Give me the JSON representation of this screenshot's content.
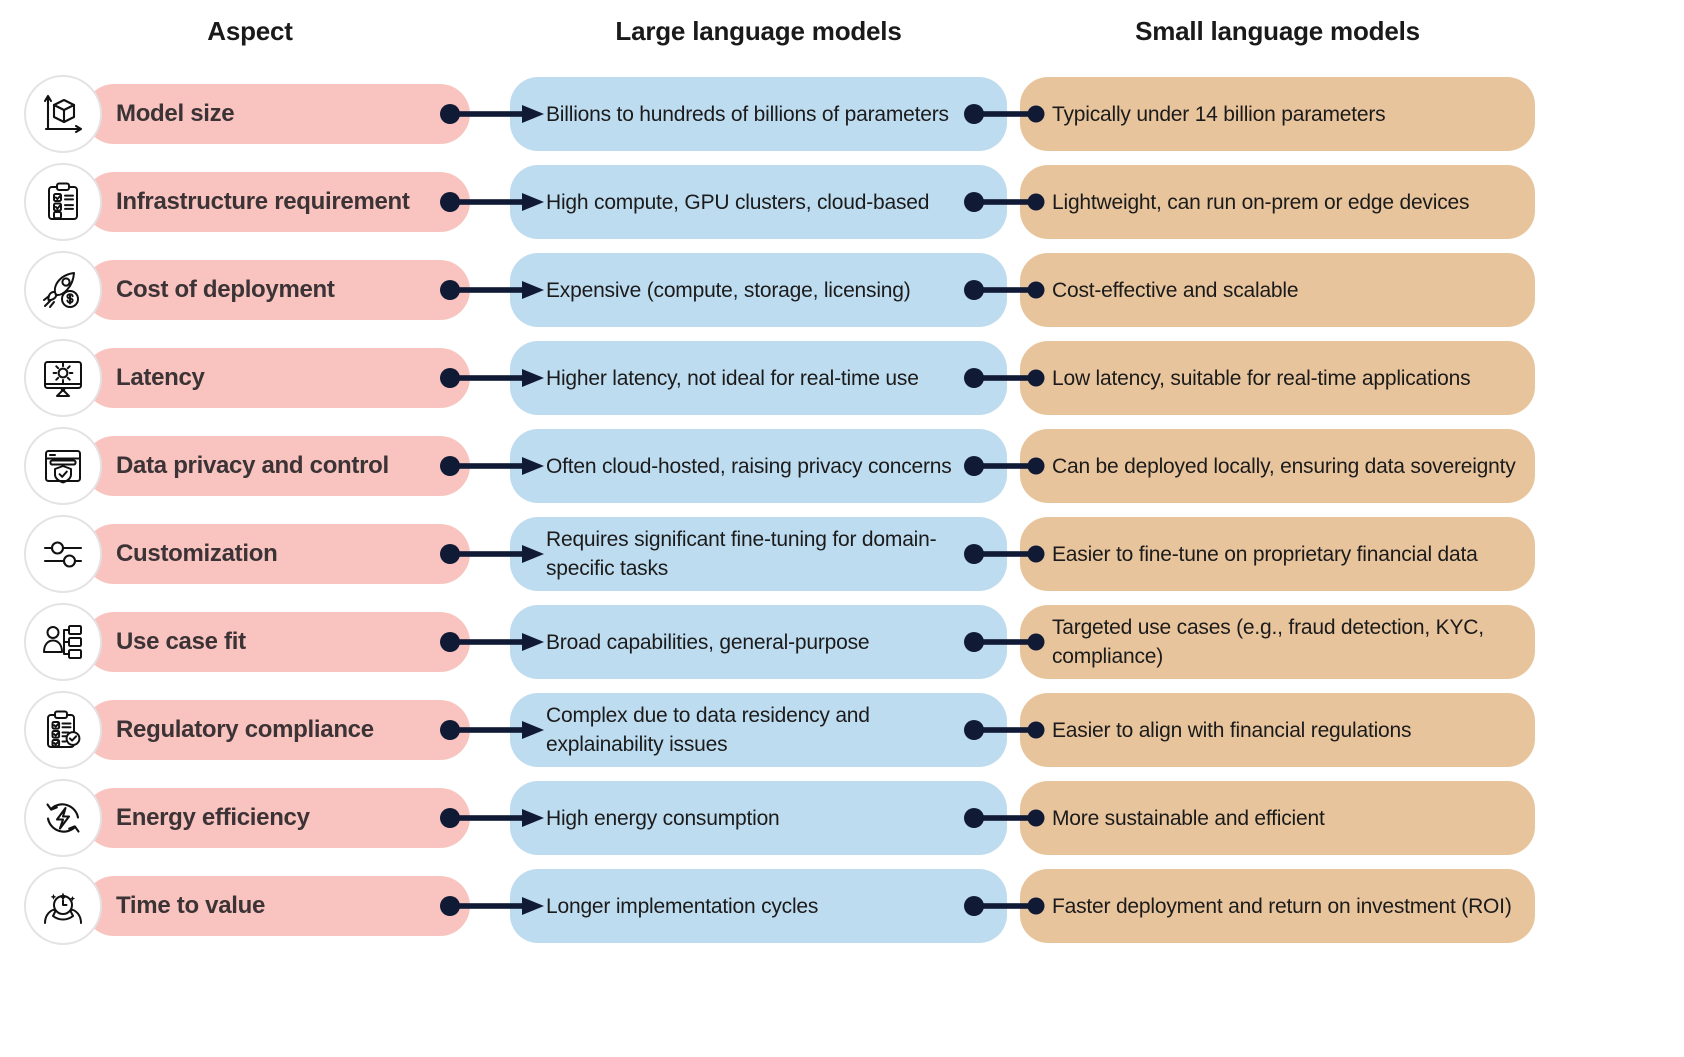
{
  "headers": {
    "aspect": "Aspect",
    "llm": "Large language models",
    "slm": "Small language models"
  },
  "colors": {
    "aspect_pill": "#f9c4c0",
    "llm_box": "#bedcf0",
    "slm_box": "#e8c49c",
    "connector": "#101a35",
    "icon_ring": "#e3e3e3",
    "background": "#ffffff",
    "aspect_text": "#3b3335",
    "body_text": "#1b1b1b"
  },
  "chart_data": {
    "type": "table",
    "title": "Large language models vs Small language models",
    "columns": [
      "Aspect",
      "Large language models",
      "Small language models"
    ],
    "rows": [
      {
        "aspect": "Model size",
        "llm": "Billions to hundreds of billions of parameters",
        "slm": "Typically under 14 billion parameters",
        "icon": "cube-axes-icon"
      },
      {
        "aspect": "Infrastructure requirement",
        "llm": "High compute, GPU clusters, cloud-based",
        "slm": "Lightweight, can run on-prem or edge devices",
        "icon": "clipboard-checklist-icon"
      },
      {
        "aspect": "Cost of deployment",
        "llm": "Expensive (compute, storage, licensing)",
        "slm": "Cost-effective and scalable",
        "icon": "rocket-dollar-icon"
      },
      {
        "aspect": "Latency",
        "llm": "Higher latency, not ideal for real-time use",
        "slm": "Low latency, suitable for real-time applications",
        "icon": "monitor-gear-icon"
      },
      {
        "aspect": "Data privacy and control",
        "llm": "Often cloud-hosted, raising privacy concerns",
        "slm": "Can be deployed locally, ensuring data sovereignty",
        "icon": "browser-shield-icon"
      },
      {
        "aspect": "Customization",
        "llm": "Requires significant fine-tuning for domain-specific tasks",
        "slm": "Easier to fine-tune on proprietary financial data",
        "icon": "sliders-icon"
      },
      {
        "aspect": "Use case fit",
        "llm": "Broad capabilities, general-purpose",
        "slm": "Targeted use cases (e.g., fraud detection, KYC, compliance)",
        "icon": "user-hierarchy-icon"
      },
      {
        "aspect": "Regulatory compliance",
        "llm": "Complex due to data residency and explainability issues",
        "slm": "Easier to align with financial regulations",
        "icon": "clipboard-check-badge-icon"
      },
      {
        "aspect": "Energy efficiency",
        "llm": "High energy consumption",
        "slm": "More sustainable and efficient",
        "icon": "energy-recycle-icon"
      },
      {
        "aspect": "Time to value",
        "llm": "Longer implementation cycles",
        "slm": "Faster deployment and return on investment (ROI)",
        "icon": "hands-clock-icon"
      }
    ]
  }
}
